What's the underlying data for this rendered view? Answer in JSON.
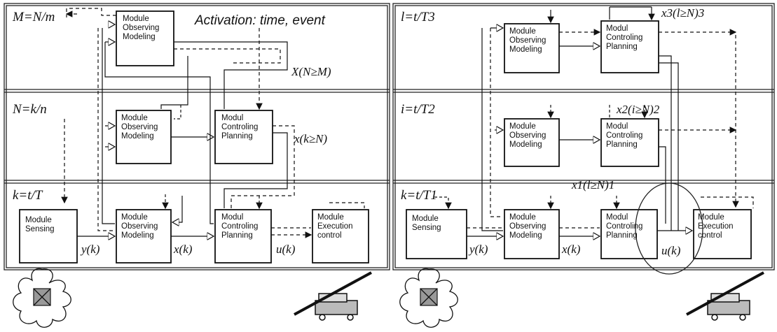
{
  "left_panel": {
    "activation": "Activation: time, event",
    "layer_labels": [
      "M=N/m",
      "N=k/n",
      "k=t/T"
    ],
    "top_module": [
      "Module",
      "Observing",
      "Modeling"
    ],
    "mid_observe": [
      "Module",
      "Observing",
      "Modeling"
    ],
    "mid_control": [
      "Modul",
      "Controling",
      "Planning"
    ],
    "bottom_sensing": [
      "Module",
      "Sensing"
    ],
    "bottom_observe": [
      "Module",
      "Observing",
      "Modeling"
    ],
    "bottom_control": [
      "Modul",
      "Controling",
      "Planning"
    ],
    "bottom_exec": [
      "Module",
      "Execution",
      "control"
    ],
    "signal_top": "X(N≥M)",
    "signal_mid": "x(k≥N)",
    "signal_y": "y(k)",
    "signal_x": "x(k)",
    "signal_u": "u(k)"
  },
  "right_panel": {
    "layer_labels": [
      "l=t/T3",
      "i=t/T2",
      "k=t/T1"
    ],
    "top_observe": [
      "Module",
      "Observing",
      "Modeling"
    ],
    "top_control": [
      "Modul",
      "Controling",
      "Planning"
    ],
    "mid_observe": [
      "Module",
      "Observing",
      "Modeling"
    ],
    "mid_control": [
      "Modul",
      "Controling",
      "Planning"
    ],
    "bottom_sensing": [
      "Module",
      "Sensing"
    ],
    "bottom_observe": [
      "Module",
      "Observing",
      "Modeling"
    ],
    "bottom_control": [
      "Modul",
      "Controling",
      "Planning"
    ],
    "bottom_exec": [
      "Module",
      "Execution",
      "control"
    ],
    "signal_top": "x3(l≥N)3",
    "signal_mid": "x2(i≥N)2",
    "signal_low": "x1(l≥N)1",
    "signal_y": "y(k)",
    "signal_x": "x(k)",
    "signal_u": "u(k)"
  }
}
